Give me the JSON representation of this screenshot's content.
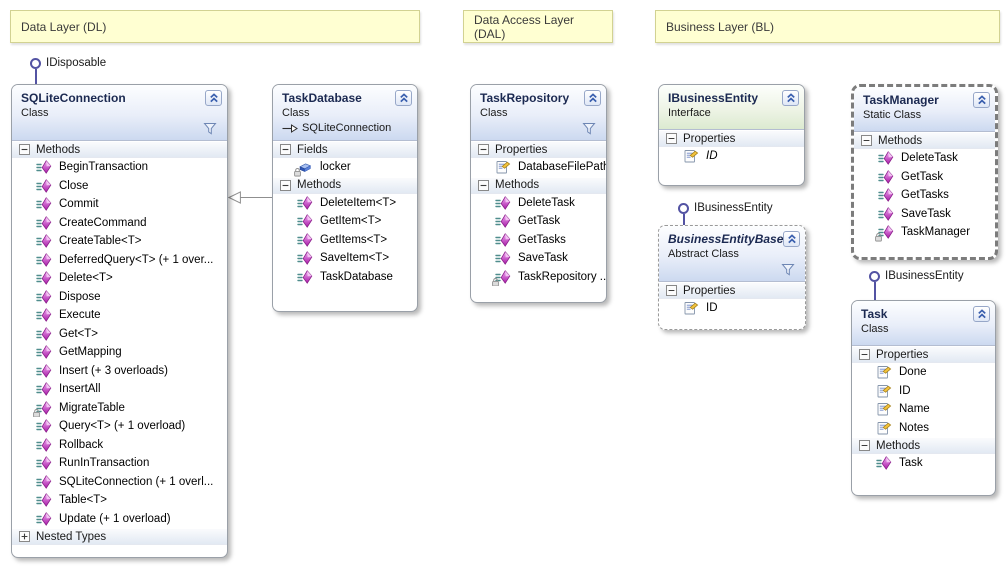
{
  "comments": [
    {
      "label": "Data Layer (DL)"
    },
    {
      "label": "Data Access Layer (DAL)"
    },
    {
      "label": "Business Layer (BL)"
    }
  ],
  "lollipops": [
    {
      "label": "IDisposable"
    },
    {
      "label": "IBusinessEntity"
    },
    {
      "label": "IBusinessEntity"
    }
  ],
  "relationships": [
    {
      "type": "inheritance",
      "from": "TaskDatabase",
      "to": "SQLiteConnection"
    },
    {
      "type": "interface-lollipop",
      "interface": "IDisposable",
      "on": "SQLiteConnection"
    },
    {
      "type": "interface-lollipop",
      "interface": "IBusinessEntity",
      "on": "BusinessEntityBase"
    },
    {
      "type": "interface-lollipop",
      "interface": "IBusinessEntity",
      "on": "Task"
    }
  ],
  "icons": {
    "method-icon": "magenta 3D diamond with motion lines",
    "property-icon": "document with pointing hand",
    "field-icon": "blue 3D brick",
    "lock-icon": "small padlock overlay (private/protected)",
    "chevron-up-icon": "double chevron up (collapse box)",
    "filter-icon": "funnel",
    "collapse-section-icon": "minus box",
    "expand-section-icon": "plus box",
    "inheritance-arrow-icon": "hollow triangle arrow",
    "interface-lollipop-icon": "circle on stick"
  },
  "colors": {
    "comment_bg": "#ffffd2",
    "class_header": "#ccd9f0",
    "interface_header": "#dcead0",
    "lollipop": "#5353a3",
    "method_icon": "#b625b6",
    "field_icon": "#2e55b4",
    "property_hand": "#f3c33c"
  },
  "classes": [
    {
      "name": "SQLiteConnection",
      "kind": "Class",
      "sections": [
        {
          "title": "Methods",
          "members": [
            {
              "name": "BeginTransaction",
              "icon": "method-icon"
            },
            {
              "name": "Close",
              "icon": "method-icon"
            },
            {
              "name": "Commit",
              "icon": "method-icon"
            },
            {
              "name": "CreateCommand",
              "icon": "method-icon"
            },
            {
              "name": "CreateTable<T>",
              "icon": "method-icon"
            },
            {
              "name": "DeferredQuery<T> (+ 1 over...",
              "icon": "method-icon"
            },
            {
              "name": "Delete<T>",
              "icon": "method-icon"
            },
            {
              "name": "Dispose",
              "icon": "method-icon"
            },
            {
              "name": "Execute",
              "icon": "method-icon"
            },
            {
              "name": "Get<T>",
              "icon": "method-icon"
            },
            {
              "name": "GetMapping",
              "icon": "method-icon"
            },
            {
              "name": "Insert (+ 3 overloads)",
              "icon": "method-icon"
            },
            {
              "name": "InsertAll",
              "icon": "method-icon"
            },
            {
              "name": "MigrateTable",
              "icon": "method-icon",
              "lock": true
            },
            {
              "name": "Query<T> (+ 1 overload)",
              "icon": "method-icon"
            },
            {
              "name": "Rollback",
              "icon": "method-icon"
            },
            {
              "name": "RunInTransaction",
              "icon": "method-icon"
            },
            {
              "name": "SQLiteConnection (+ 1 overl...",
              "icon": "method-icon"
            },
            {
              "name": "Table<T>",
              "icon": "method-icon"
            },
            {
              "name": "Update (+ 1 overload)",
              "icon": "method-icon"
            }
          ]
        },
        {
          "title": "Nested Types",
          "collapsed": true,
          "members": []
        }
      ]
    },
    {
      "name": "TaskDatabase",
      "kind": "Class",
      "base": "SQLiteConnection",
      "sections": [
        {
          "title": "Fields",
          "members": [
            {
              "name": "locker",
              "icon": "field-icon",
              "lock": true
            }
          ]
        },
        {
          "title": "Methods",
          "members": [
            {
              "name": "DeleteItem<T>",
              "icon": "method-icon"
            },
            {
              "name": "GetItem<T>",
              "icon": "method-icon"
            },
            {
              "name": "GetItems<T>",
              "icon": "method-icon"
            },
            {
              "name": "SaveItem<T>",
              "icon": "method-icon"
            },
            {
              "name": "TaskDatabase",
              "icon": "method-icon"
            }
          ]
        }
      ]
    },
    {
      "name": "TaskRepository",
      "kind": "Class",
      "sections": [
        {
          "title": "Properties",
          "members": [
            {
              "name": "DatabaseFilePath",
              "icon": "property-icon"
            }
          ]
        },
        {
          "title": "Methods",
          "members": [
            {
              "name": "DeleteTask",
              "icon": "method-icon"
            },
            {
              "name": "GetTask",
              "icon": "method-icon"
            },
            {
              "name": "GetTasks",
              "icon": "method-icon"
            },
            {
              "name": "SaveTask",
              "icon": "method-icon"
            },
            {
              "name": "TaskRepository ...",
              "icon": "method-icon",
              "lock": true
            }
          ]
        }
      ]
    },
    {
      "name": "IBusinessEntity",
      "kind": "Interface",
      "sections": [
        {
          "title": "Properties",
          "members": [
            {
              "name": "ID",
              "icon": "property-icon",
              "italic": true
            }
          ]
        }
      ]
    },
    {
      "name": "TaskManager",
      "kind": "Static Class",
      "sections": [
        {
          "title": "Methods",
          "members": [
            {
              "name": "DeleteTask",
              "icon": "method-icon"
            },
            {
              "name": "GetTask",
              "icon": "method-icon"
            },
            {
              "name": "GetTasks",
              "icon": "method-icon"
            },
            {
              "name": "SaveTask",
              "icon": "method-icon"
            },
            {
              "name": "TaskManager",
              "icon": "method-icon",
              "lock": true
            }
          ]
        }
      ]
    },
    {
      "name": "BusinessEntityBase",
      "kind": "Abstract Class",
      "sections": [
        {
          "title": "Properties",
          "members": [
            {
              "name": "ID",
              "icon": "property-icon"
            }
          ]
        }
      ]
    },
    {
      "name": "Task",
      "kind": "Class",
      "sections": [
        {
          "title": "Properties",
          "members": [
            {
              "name": "Done",
              "icon": "property-icon"
            },
            {
              "name": "ID",
              "icon": "property-icon"
            },
            {
              "name": "Name",
              "icon": "property-icon"
            },
            {
              "name": "Notes",
              "icon": "property-icon"
            }
          ]
        },
        {
          "title": "Methods",
          "members": [
            {
              "name": "Task",
              "icon": "method-icon"
            }
          ]
        }
      ]
    }
  ]
}
